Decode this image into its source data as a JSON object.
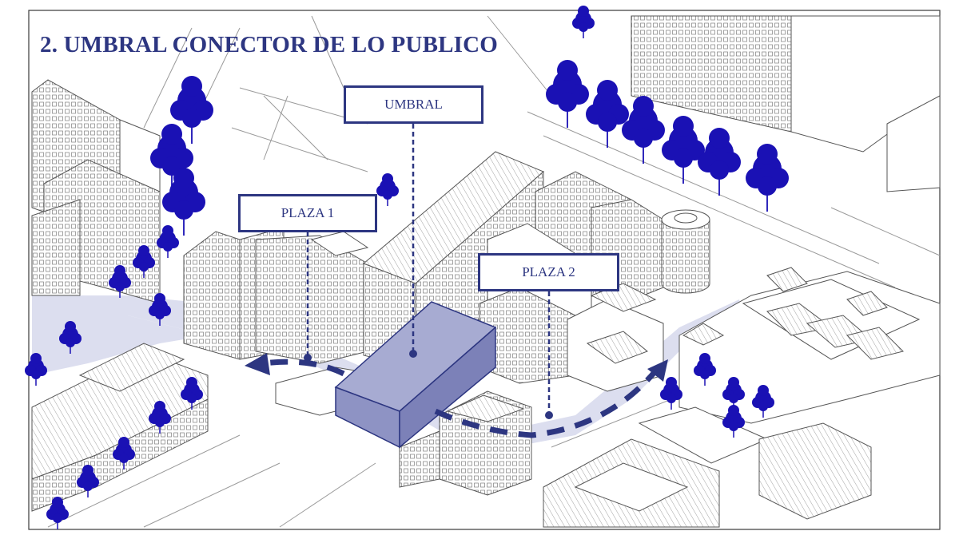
{
  "title": "2. UMBRAL CONECTOR DE LO PUBLICO",
  "labels": {
    "umbral": "UMBRAL",
    "plaza1": "PLAZA 1",
    "plaza2": "PLAZA 2"
  },
  "colors": {
    "accent": "#2d3681",
    "tree": "#1a11b4",
    "umbral_fill": "#8e93c4",
    "plaza_fill": "#dcdeef",
    "line": "#6c6c6c"
  },
  "icons": [
    "tree-icon",
    "flow-arrow-icon"
  ]
}
